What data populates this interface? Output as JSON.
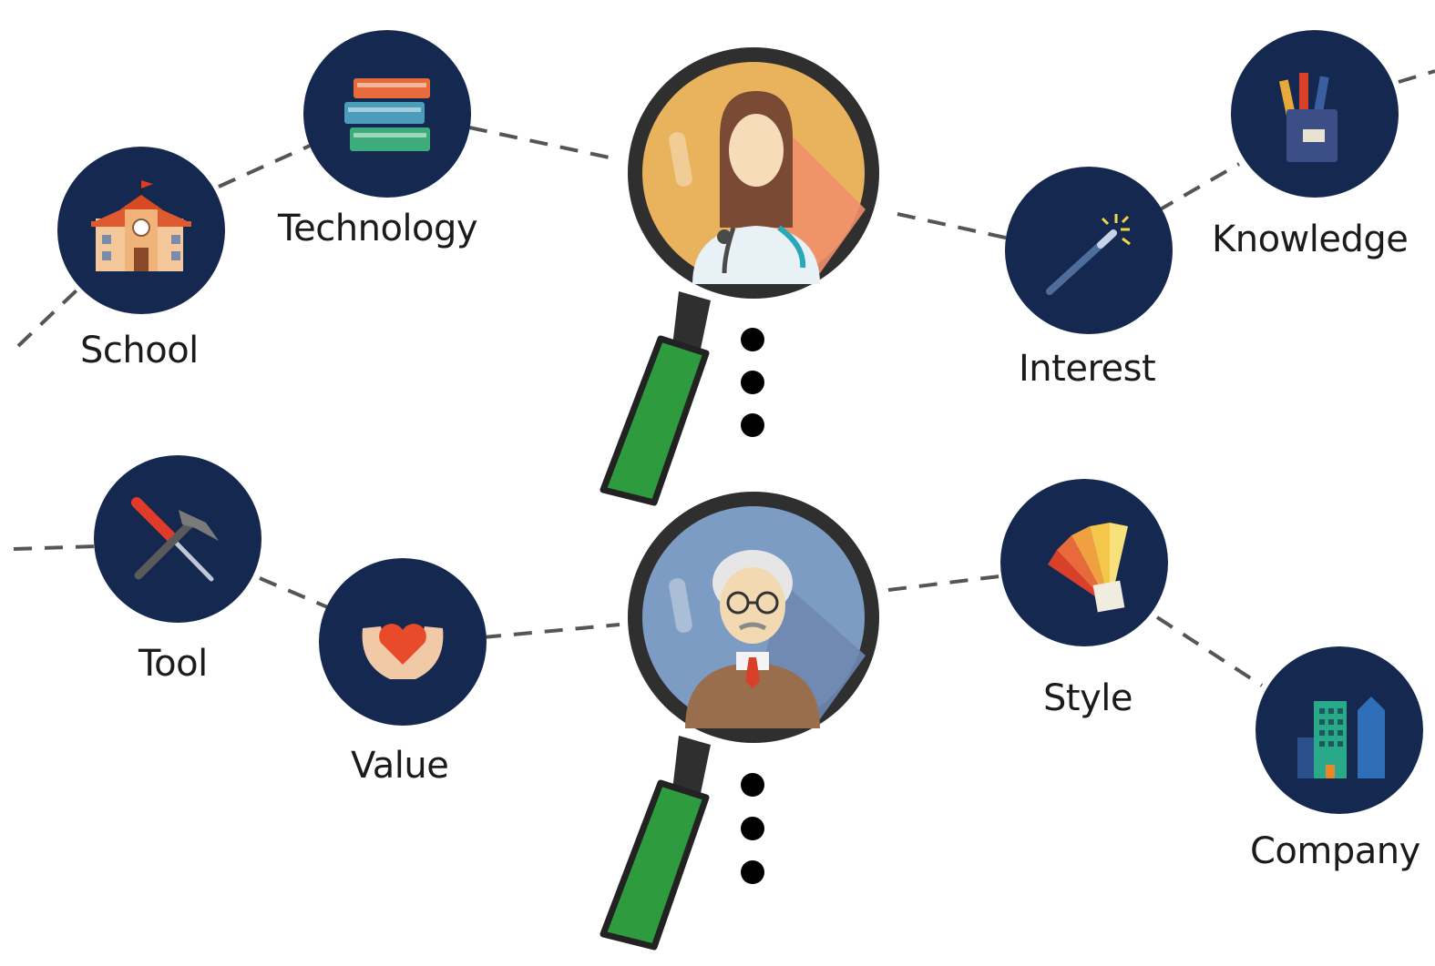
{
  "colors": {
    "node_fill": "#142850",
    "connector": "#555555",
    "lens_frame": "#2f2f2f",
    "handle": "#2e9b3f",
    "doctor_bg": "#e8b35c",
    "elder_bg": "#7d9cc4"
  },
  "nodes": {
    "school": {
      "label": "School",
      "icon": "school-building-icon"
    },
    "technology": {
      "label": "Technology",
      "icon": "books-icon"
    },
    "interest": {
      "label": "Interest",
      "icon": "magic-wand-icon"
    },
    "knowledge": {
      "label": "Knowledge",
      "icon": "pencil-cup-icon"
    },
    "tool": {
      "label": "Tool",
      "icon": "hammer-screwdriver-icon"
    },
    "value": {
      "label": "Value",
      "icon": "heart-in-hands-icon"
    },
    "style": {
      "label": "Style",
      "icon": "color-swatch-fan-icon"
    },
    "company": {
      "label": "Company",
      "icon": "office-buildings-icon"
    }
  },
  "magnifiers": [
    {
      "icon": "doctor-avatar-icon"
    },
    {
      "icon": "elderly-man-avatar-icon"
    }
  ]
}
